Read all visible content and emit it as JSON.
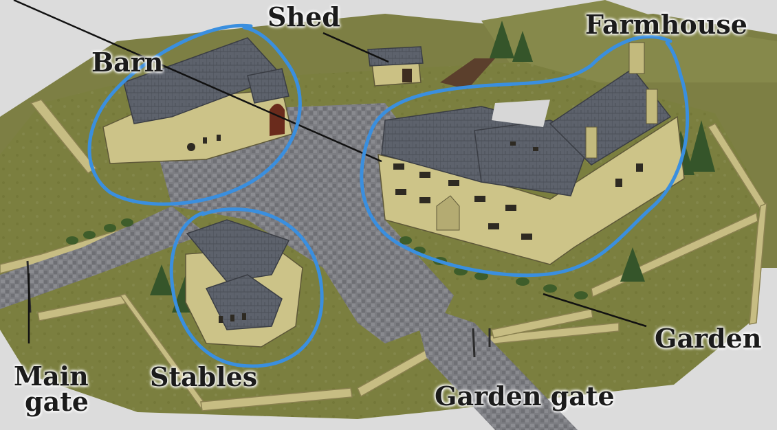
{
  "labels": {
    "barn": "Barn",
    "shed": "Shed",
    "farmhouse": "Farmhouse",
    "garden": "Garden",
    "stables": "Stables",
    "garden_gate": "Garden gate",
    "main_gate_line1": "Main",
    "main_gate_line2": "gate"
  },
  "colors": {
    "highlight": "#3a8fdf",
    "grass": "#7a7e3f",
    "paving": "#7d7d80",
    "stone_wall": "#c8bf84",
    "roof": "#5f6470",
    "pointer_line": "#111111"
  }
}
